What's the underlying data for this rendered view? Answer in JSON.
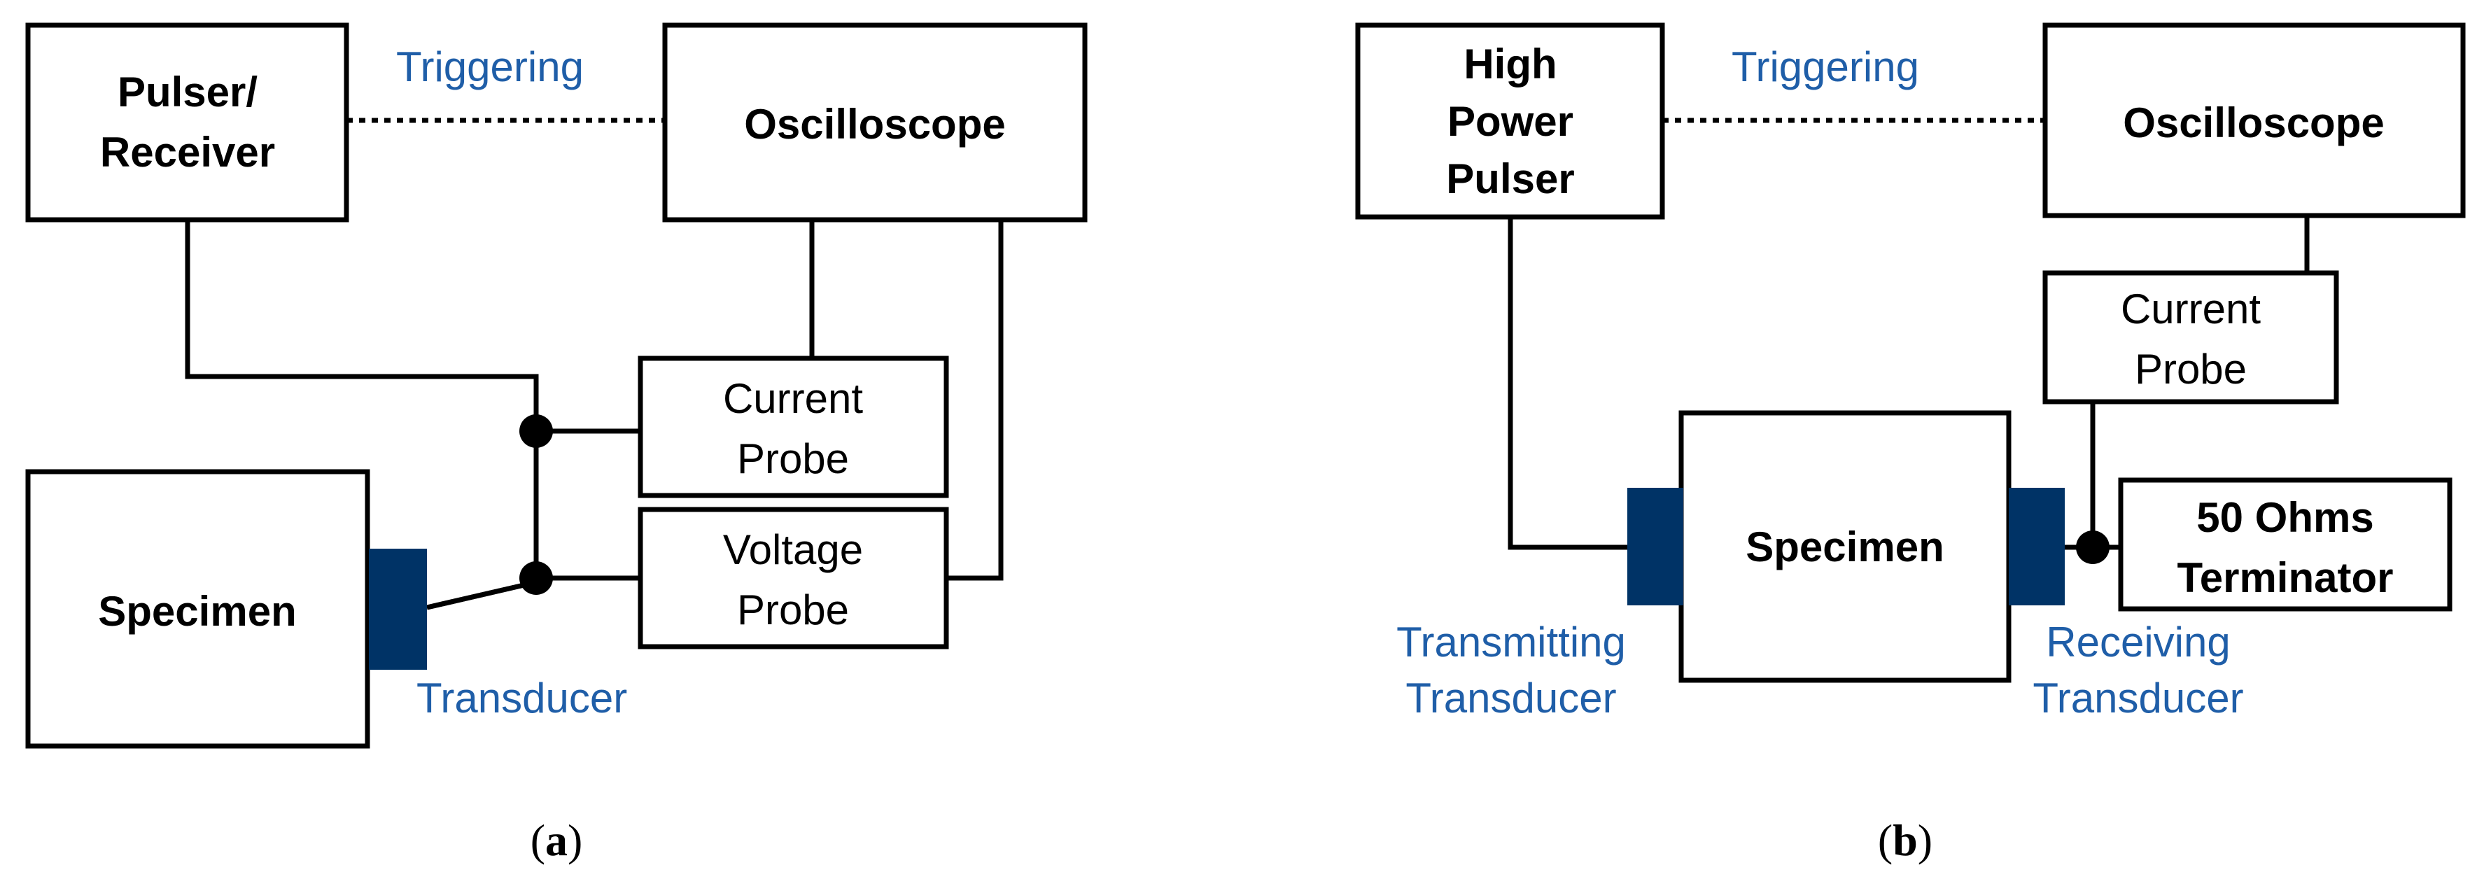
{
  "panel_a": {
    "caption_open": "(",
    "caption_letter": "a",
    "caption_close": ")",
    "pulser_line1": "Pulser/",
    "pulser_line2": "Receiver",
    "oscilloscope": "Oscilloscope",
    "triggering": "Triggering",
    "current_line1": "Current",
    "current_line2": "Probe",
    "voltage_line1": "Voltage",
    "voltage_line2": "Probe",
    "specimen": "Specimen",
    "transducer": "Transducer"
  },
  "panel_b": {
    "caption_open": "(",
    "caption_letter": "b",
    "caption_close": ")",
    "pulser_line1": "High",
    "pulser_line2": "Power",
    "pulser_line3": "Pulser",
    "oscilloscope": "Oscilloscope",
    "triggering": "Triggering",
    "current_line1": "Current",
    "current_line2": "Probe",
    "specimen": "Specimen",
    "terminator_line1": "50 Ohms",
    "terminator_line2": "Terminator",
    "tx_line1": "Transmitting",
    "tx_line2": "Transducer",
    "rx_line1": "Receiving",
    "rx_line2": "Transducer"
  },
  "colors": {
    "transducer_fill": "#003366",
    "label_blue": "#1f5ea8"
  }
}
